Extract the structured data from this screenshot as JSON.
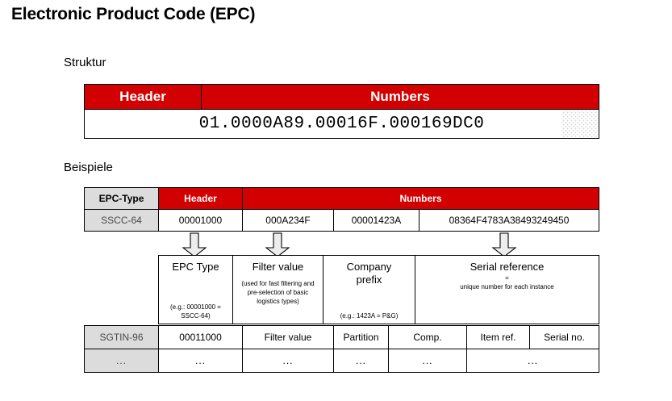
{
  "page": {
    "title": "Electronic Product Code (EPC)",
    "accent_red": "#D20000",
    "gray_cell": "#DCDCDC",
    "border": "#000000"
  },
  "sections": {
    "struktur_label": "Struktur",
    "beispiele_label": "Beispiele"
  },
  "struktur": {
    "headers": [
      "Header",
      "Numbers"
    ],
    "value": "01.0000A89.00016F.000169DC0"
  },
  "beispiele": {
    "top_table": {
      "headers": [
        "EPC-Type",
        "Header",
        "Numbers"
      ],
      "rows": [
        {
          "type": "SSCC-64",
          "cells": [
            "00001000",
            "000A234F",
            "00001423A",
            "08364F4783A38493249450"
          ]
        }
      ]
    },
    "descriptions": [
      {
        "title": "EPC Type",
        "sub": "",
        "example": "(e.g.: 00001000 = SSCC-64)"
      },
      {
        "title": "Filter value",
        "sub": "(used for fast filtering and pre-selection of basic logistics types)",
        "example": ""
      },
      {
        "title": "Company",
        "title2": "prefix",
        "sub": "",
        "example": "(e.g.: 1423A = P&G)"
      },
      {
        "title": "Serial reference",
        "sub": "=\nunique number for each instance",
        "example": ""
      }
    ],
    "bottom_table": {
      "row1": {
        "type": "SGTIN-96",
        "cells": [
          "00011000",
          "Filter value",
          "Partition",
          "Comp.",
          "Item ref.",
          "Serial no."
        ]
      },
      "row2": {
        "type": "...",
        "cells": [
          "...",
          "...",
          "...",
          "...",
          "..."
        ]
      }
    }
  },
  "icons": {
    "down_arrow": "down-arrow-icon"
  }
}
